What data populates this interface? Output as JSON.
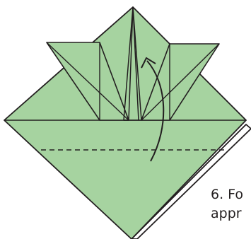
{
  "diagram": {
    "paper_color": "#a6d3a0",
    "line_color": "#231f20",
    "step_caption_lines": [
      "6. Fo",
      "appr"
    ],
    "fold_line_style": "dashed",
    "arrow_direction": "up-left"
  }
}
